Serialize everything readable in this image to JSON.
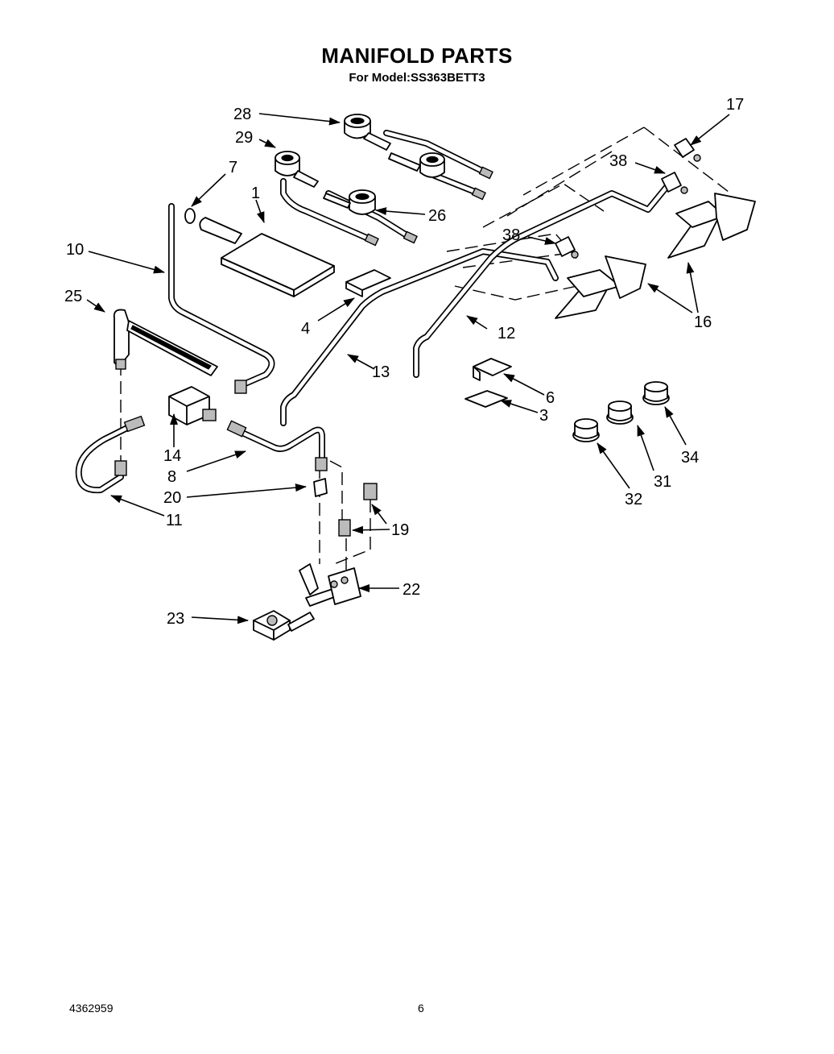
{
  "header": {
    "title": "MANIFOLD PARTS",
    "subtitle": "For Model:SS363BETT3"
  },
  "footer": {
    "doc_number": "4362959",
    "page_number": "6"
  },
  "callouts": {
    "c28": "28",
    "c17": "17",
    "c29": "29",
    "c7": "7",
    "c1": "1",
    "c38a": "38",
    "c26": "26",
    "c38b": "38",
    "c10": "10",
    "c25": "25",
    "c4": "4",
    "c16": "16",
    "c12": "12",
    "c13": "13",
    "c6": "6",
    "c3": "3",
    "c14": "14",
    "c8": "8",
    "c34": "34",
    "c31": "31",
    "c32": "32",
    "c20": "20",
    "c11": "11",
    "c19": "19",
    "c22": "22",
    "c23": "23"
  }
}
